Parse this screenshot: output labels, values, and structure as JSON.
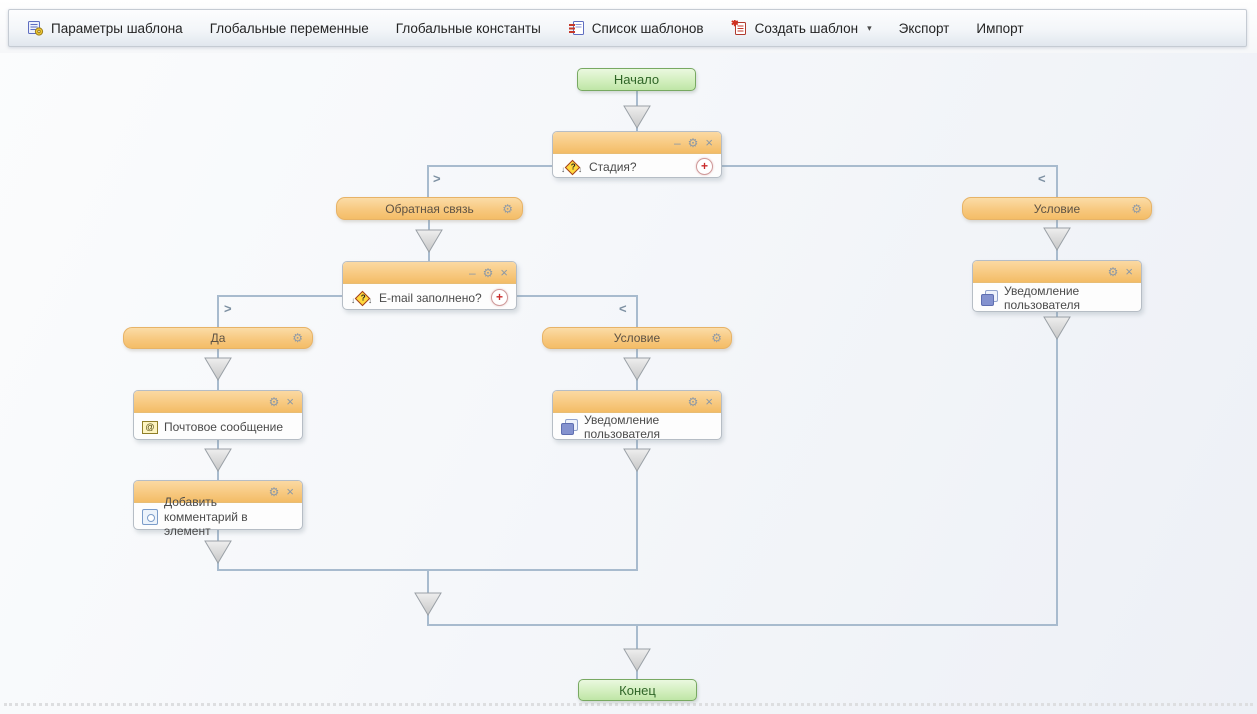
{
  "toolbar": {
    "items": [
      {
        "label": "Параметры шаблона"
      },
      {
        "label": "Глобальные переменные"
      },
      {
        "label": "Глобальные константы"
      },
      {
        "label": "Список шаблонов"
      },
      {
        "label": "Создать шаблон"
      },
      {
        "label": "Экспорт"
      },
      {
        "label": "Импорт"
      }
    ],
    "create_caret": "▾"
  },
  "icons": {
    "minimize": "–",
    "gear": "⚙",
    "close": "×",
    "add": "+",
    "question": "?",
    "at": "@",
    "arrow_small": "↓",
    "branch_right": ">",
    "branch_left": "<"
  },
  "flow": {
    "start": {
      "label": "Начало"
    },
    "end": {
      "label": "Конец"
    },
    "stage_condition": {
      "title": "Стадия?"
    },
    "feedback_branch": {
      "label": "Обратная связь"
    },
    "condition_branch_right": {
      "label": "Условие"
    },
    "email_condition": {
      "title": "E-mail заполнено?"
    },
    "yes_branch": {
      "label": "Да"
    },
    "condition_branch_middle": {
      "label": "Условие"
    },
    "mail_message": {
      "title": "Почтовое сообщение"
    },
    "user_notification_middle": {
      "title": "Уведомление пользователя"
    },
    "user_notification_right": {
      "title": "Уведомление пользователя"
    },
    "add_comment": {
      "title": "Добавить комментарий в элемент"
    }
  },
  "colors": {
    "accent_orange": "#f6c16b",
    "terminal_green": "#d3efbf",
    "connector_line": "#a8bbce",
    "header_controls": "#8b98a6",
    "add_button_red": "#c92b2b"
  }
}
